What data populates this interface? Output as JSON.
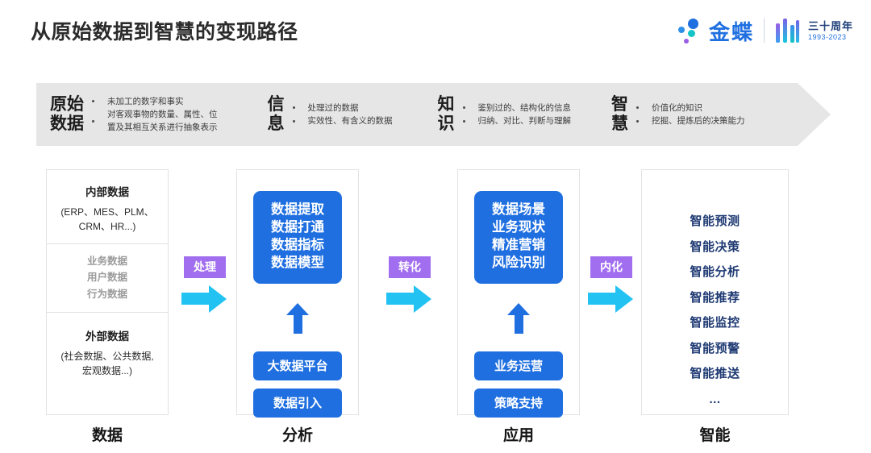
{
  "header": {
    "title": "从原始数据到智慧的变现路径",
    "logo": {
      "brand": "金蝶",
      "anniversary_cn": "三十周年",
      "anniversary_years": "1993-2023"
    },
    "colors": {
      "brand_blue": "#1f6fe0",
      "accent_cyan": "#22c3f3",
      "accent_purple": "#a26ef0",
      "banner_gray": "#e6e6e6",
      "deep_navy": "#1f3a73"
    }
  },
  "banner": {
    "segments": [
      {
        "title": "原始\n数据",
        "bullets": [
          "未加工的数字和事实",
          "对客观事物的数量、属性、位\n置及其相互关系进行抽象表示"
        ]
      },
      {
        "title": "信\n息",
        "bullets": [
          "处理过的数据",
          "实效性、有含义的数据"
        ]
      },
      {
        "title": "知\n识",
        "bullets": [
          "鉴别过的、结构化的信息",
          "归纳、对比、判断与理解"
        ]
      },
      {
        "title": "智\n慧",
        "bullets": [
          "价值化的知识",
          "挖掘、提炼后的决策能力"
        ]
      }
    ]
  },
  "columns": {
    "data": {
      "footer_label": "数据",
      "internal_head": "内部数据",
      "internal_sub": "(ERP、MES、PLM、\nCRM、HR...)",
      "middle_items": [
        "业务数据",
        "用户数据",
        "行为数据"
      ],
      "external_head": "外部数据",
      "external_sub": "(社会数据、公共数据,\n宏观数据...)"
    },
    "analysis": {
      "footer_label": "分析",
      "main_box": "数据提取\n数据打通\n数据指标\n数据模型",
      "pills": [
        "大数据平台",
        "数据引入"
      ]
    },
    "application": {
      "footer_label": "应用",
      "main_box": "数据场景\n业务现状\n精准营销\n风险识别",
      "pills": [
        "业务运营",
        "策略支持"
      ]
    },
    "intelligence": {
      "footer_label": "智能",
      "items": [
        "智能预测",
        "智能决策",
        "智能分析",
        "智能推荐",
        "智能监控",
        "智能预警",
        "智能推送"
      ],
      "ellipsis": "..."
    }
  },
  "connectors": [
    {
      "label": "处理"
    },
    {
      "label": "转化"
    },
    {
      "label": "内化"
    }
  ]
}
